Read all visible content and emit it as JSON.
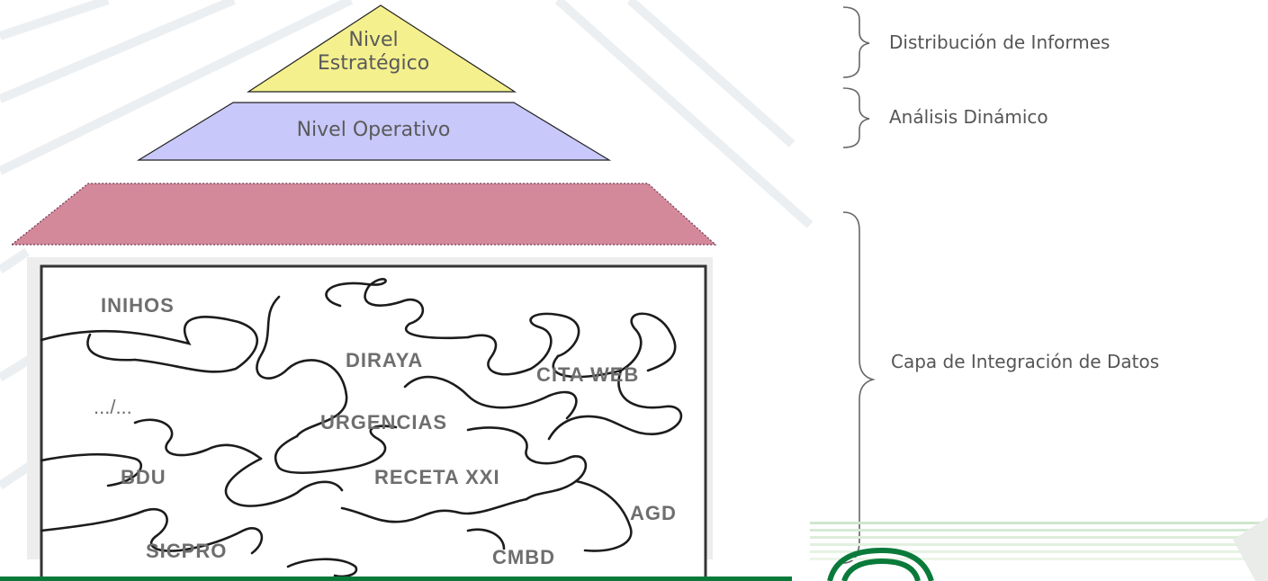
{
  "pyramid": {
    "strategic_lines": [
      "Nivel",
      "Estratégico"
    ],
    "operative": "Nivel Operativo",
    "colors": {
      "strategic": "#f4f08e",
      "operative": "#c8c8fa",
      "integration": "#d4899a"
    }
  },
  "annotations": {
    "reports": "Distribución de Informes",
    "analysis": "Análisis Dinámico",
    "integration": "Capa de Integración de Datos"
  },
  "puzzle": {
    "inihos": "INIHOS",
    "diraya": "DIRAYA",
    "cita_web": "CITA WEB",
    "etc": ".../...",
    "urgencias": "URGENCIAS",
    "bdu": "BDU",
    "receta": "RECETA XXI",
    "agd": "AGD",
    "sicpro": "SICPRO",
    "cmbd": "CMBD"
  }
}
